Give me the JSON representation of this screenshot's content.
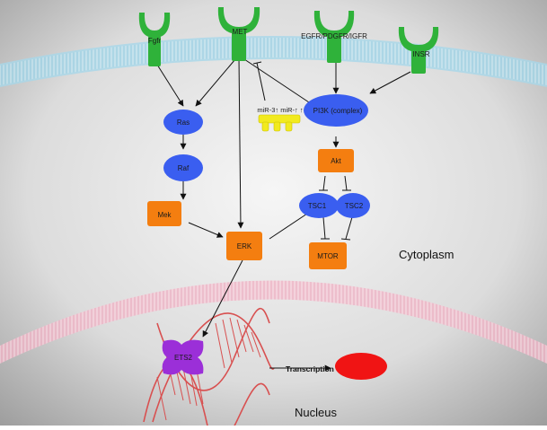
{
  "receptors": {
    "fgfr": "Fgfr",
    "met": "MET",
    "egfr": "EGFR/PDGFR/IGFR",
    "insr": "INSR"
  },
  "nodes": {
    "ras": "Ras",
    "raf": "Raf",
    "mek": "Mek",
    "erk": "ERK",
    "pi3k": "PI3K (complex)",
    "akt": "Akt",
    "tsc1": "TSC1",
    "tsc2": "TSC2",
    "mtor": "MTOR",
    "ets2": "ETS2",
    "target": ""
  },
  "mirna": {
    "label": "miR-3↑  miR-↑ ↑"
  },
  "regions": {
    "cytoplasm": "Cytoplasm",
    "nucleus": "Nucleus"
  },
  "transcription": "Transcription",
  "colors": {
    "receptor": "#2fb23a",
    "blue_node": "#3a5ef0",
    "orange_node": "#f47e10",
    "ets2": "#9b2fd8",
    "target": "#f01414",
    "mirna": "#f2ea1e",
    "membrane": "#9fd6ea",
    "nuclear_membrane": "#f1b6c8",
    "dna": "#e05a5a"
  }
}
